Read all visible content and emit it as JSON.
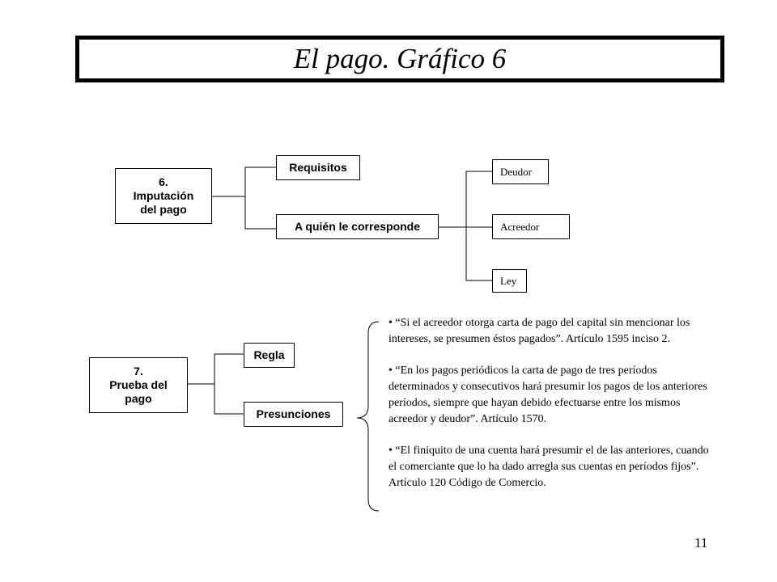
{
  "title": "El pago. Gráfico 6",
  "section6": {
    "label": "6.\nImputación\ndel pago",
    "children": [
      "Requisitos",
      "A quién le corresponde"
    ],
    "recipients": [
      "Deudor",
      "Acreedor",
      "Ley"
    ]
  },
  "section7": {
    "label": "7.\nPrueba del\npago",
    "children": [
      "Regla",
      "Presunciones"
    ],
    "presumptions": [
      "• “Si el acreedor otorga carta de pago del capital sin mencionar los intereses, se presumen éstos pagados”. Artículo 1595 inciso 2.",
      "• “En los pagos periódicos la carta de pago de tres períodos determinados y consecutivos hará presumir los pagos de los anteriores períodos, siempre que hayan debido efectuarse entre los mismos acreedor y deudor”. Artículo 1570.",
      "• “El finiquito de una cuenta hará presumir el de las anteriores, cuando el comerciante que lo ha dado arregla sus cuentas en períodos fijos”. Artículo 120 Código de Comercio."
    ]
  },
  "page_number": "11"
}
